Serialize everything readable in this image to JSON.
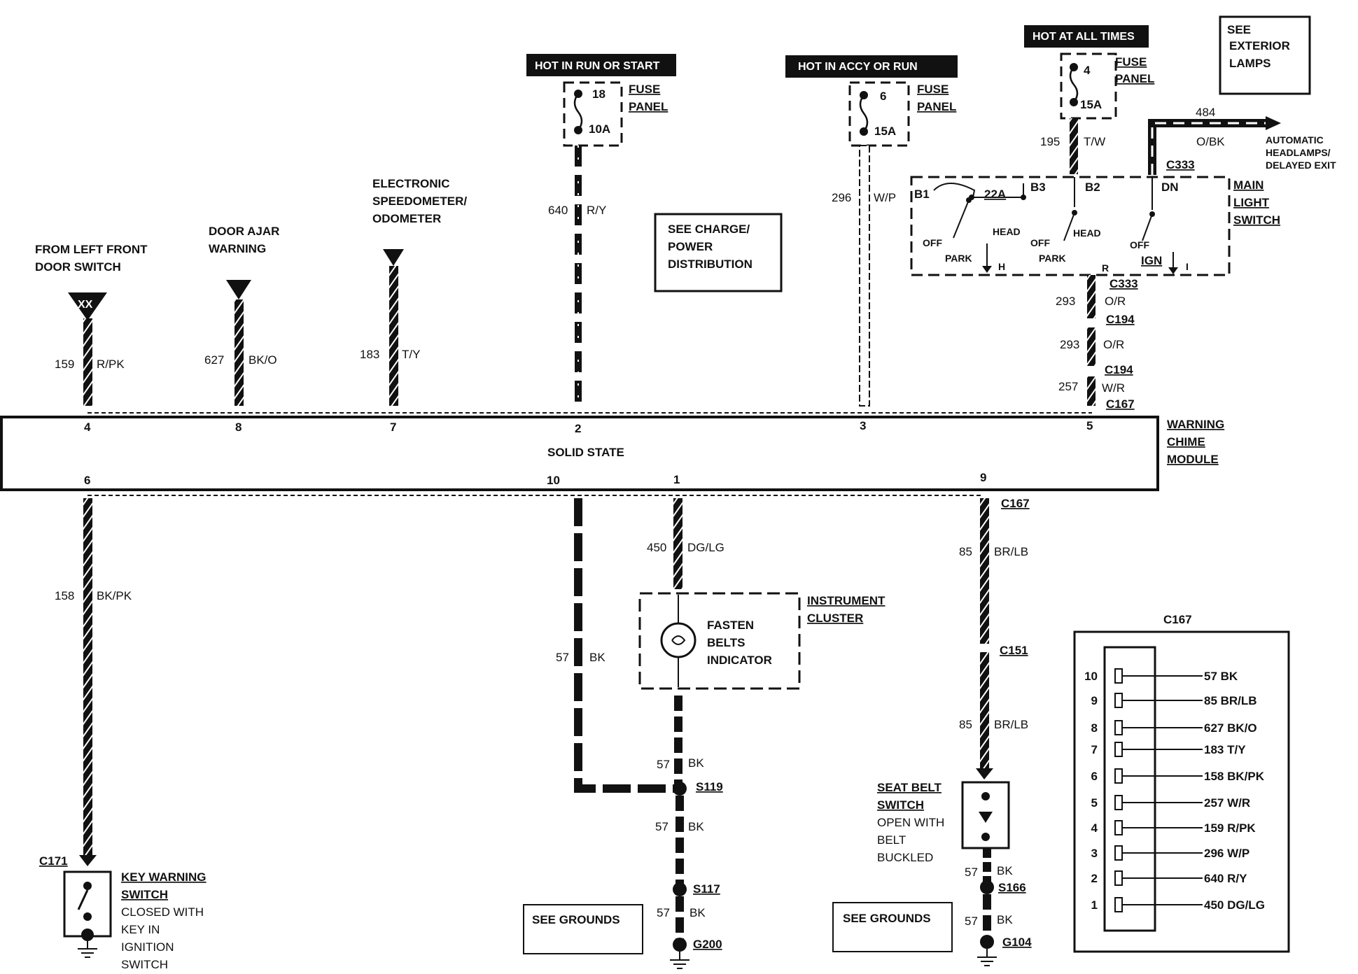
{
  "sources": {
    "run_start": "HOT IN RUN OR START",
    "accy_run": "HOT IN ACCY OR RUN",
    "all_times": "HOT AT ALL TIMES"
  },
  "fuses": [
    {
      "num": "18",
      "amp": "10A",
      "label1": "FUSE",
      "label2": "PANEL"
    },
    {
      "num": "6",
      "amp": "15A",
      "label1": "FUSE",
      "label2": "PANEL"
    },
    {
      "num": "4",
      "amp": "15A",
      "label1": "FUSE",
      "label2": "PANEL"
    }
  ],
  "notes": {
    "see_exterior": [
      "SEE",
      "EXTERIOR",
      "LAMPS"
    ],
    "see_charge": [
      "SEE CHARGE/",
      "POWER",
      "DISTRIBUTION"
    ],
    "see_grounds_1": "SEE GROUNDS",
    "see_grounds_2": "SEE GROUNDS",
    "auto_headlamps": [
      "AUTOMATIC",
      "HEADLAMPS/",
      "DELAYED EXIT"
    ]
  },
  "inputs": {
    "left_front_door": [
      "FROM LEFT FRONT",
      "DOOR SWITCH"
    ],
    "door_ajar": [
      "DOOR AJAR",
      "WARNING"
    ],
    "speedometer": [
      "ELECTRONIC",
      "SPEEDOMETER/",
      "ODOMETER"
    ],
    "xx": "XX"
  },
  "wires": {
    "w159": {
      "num": "159",
      "color": "R/PK"
    },
    "w627": {
      "num": "627",
      "color": "BK/O"
    },
    "w183": {
      "num": "183",
      "color": "T/Y"
    },
    "w640": {
      "num": "640",
      "color": "R/Y"
    },
    "w296": {
      "num": "296",
      "color": "W/P"
    },
    "w195": {
      "num": "195",
      "color": "T/W"
    },
    "w484": {
      "num": "484",
      "color": "O/BK"
    },
    "w293a": {
      "num": "293",
      "color": "O/R"
    },
    "w293b": {
      "num": "293",
      "color": "O/R"
    },
    "w257": {
      "num": "257",
      "color": "W/R"
    },
    "w158": {
      "num": "158",
      "color": "BK/PK"
    },
    "w57a": {
      "num": "57",
      "color": "BK"
    },
    "w450": {
      "num": "450",
      "color": "DG/LG"
    },
    "w57b": {
      "num": "57",
      "color": "BK"
    },
    "w57c": {
      "num": "57",
      "color": "BK"
    },
    "w57d": {
      "num": "57",
      "color": "BK"
    },
    "w85a": {
      "num": "85",
      "color": "BR/LB"
    },
    "w85b": {
      "num": "85",
      "color": "BR/LB"
    },
    "w57e": {
      "num": "57",
      "color": "BK"
    },
    "w57f": {
      "num": "57",
      "color": "BK"
    }
  },
  "connectors": {
    "c333a": "C333",
    "c333b": "C333",
    "c194a": "C194",
    "c194b": "C194",
    "c167a": "C167",
    "c167b": "C167",
    "c151": "C151",
    "c171": "C171",
    "s119": "S119",
    "s117": "S117",
    "g200": "G200",
    "s166": "S166",
    "g104": "G104"
  },
  "switch": {
    "title": [
      "MAIN",
      "LIGHT",
      "SWITCH"
    ],
    "b1": "B1",
    "b2": "B2",
    "b3": "B3",
    "breaker": "22A",
    "dn": "DN",
    "off1": "OFF",
    "head1": "HEAD",
    "park1": "PARK",
    "h": "H",
    "off2": "OFF",
    "head2": "HEAD",
    "park2": "PARK",
    "r": "R",
    "off3": "OFF",
    "ign": "IGN",
    "i": "I"
  },
  "module": {
    "name": [
      "WARNING",
      "CHIME",
      "MODULE"
    ],
    "type": "SOLID STATE",
    "top_pins": [
      "4",
      "8",
      "7",
      "2",
      "3",
      "5"
    ],
    "bottom_pins": [
      "6",
      "10",
      "1",
      "9"
    ]
  },
  "cluster": {
    "title": [
      "INSTRUMENT",
      "CLUSTER"
    ],
    "indicator": [
      "FASTEN",
      "BELTS",
      "INDICATOR"
    ]
  },
  "key_switch": {
    "title": [
      "KEY WARNING",
      "SWITCH"
    ],
    "desc": [
      "CLOSED WITH",
      "KEY IN",
      "IGNITION",
      "SWITCH"
    ]
  },
  "seat_switch": {
    "title": [
      "SEAT BELT",
      "SWITCH"
    ],
    "desc": [
      "OPEN WITH",
      "BELT",
      "BUCKLED"
    ]
  },
  "c167_table": {
    "title": "C167",
    "rows": [
      {
        "pin": "10",
        "circuit": "57 BK"
      },
      {
        "pin": "9",
        "circuit": "85 BR/LB"
      },
      {
        "pin": "8",
        "circuit": "627 BK/O"
      },
      {
        "pin": "7",
        "circuit": "183 T/Y"
      },
      {
        "pin": "6",
        "circuit": "158 BK/PK"
      },
      {
        "pin": "5",
        "circuit": "257 W/R"
      },
      {
        "pin": "4",
        "circuit": "159 R/PK"
      },
      {
        "pin": "3",
        "circuit": "296 W/P"
      },
      {
        "pin": "2",
        "circuit": "640 R/Y"
      },
      {
        "pin": "1",
        "circuit": "450 DG/LG"
      }
    ]
  }
}
